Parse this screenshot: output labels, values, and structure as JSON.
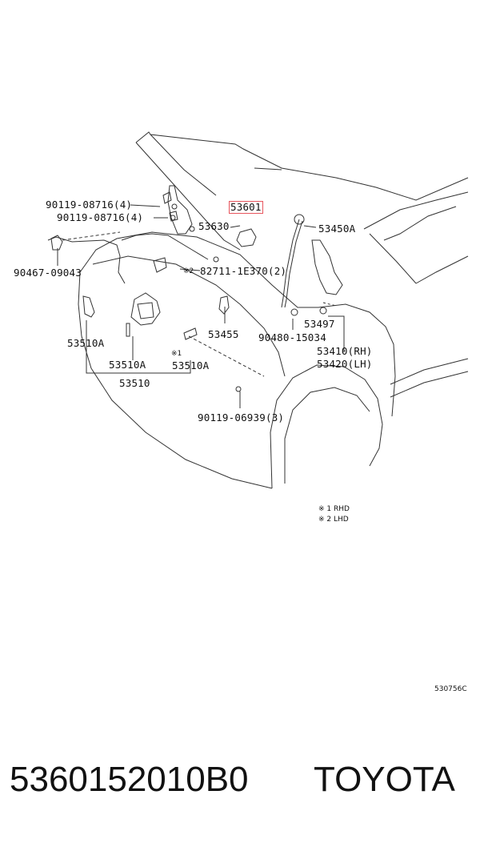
{
  "labels": {
    "p90119a": "90119-08716(4)",
    "p90119b": "90119-08716(4)",
    "p53601": "53601",
    "p53630": "53630",
    "p53450a": "53450A",
    "p90467": "90467-09043",
    "p82711": "82711-1E370(2)",
    "p53510a_left": "53510A",
    "p53510a_mid": "53510A",
    "p53510a_right": "53510A",
    "p53510": "53510",
    "p53455": "53455",
    "p53497": "53497",
    "p90480": "90480-15034",
    "p53410": "53410(RH)",
    "p53420": "53420(LH)",
    "p90119c": "90119-06939(3)"
  },
  "marks": {
    "mark1": "※1",
    "mark2": "※2"
  },
  "notes": {
    "rhd": "※ 1 RHD",
    "lhd": "※ 2 LHD"
  },
  "reference_code": "530756C",
  "footer": {
    "part_number": "5360152010B0",
    "brand": "TOYOTA"
  },
  "colors": {
    "highlight": "#e8565e",
    "ink": "#111111"
  }
}
